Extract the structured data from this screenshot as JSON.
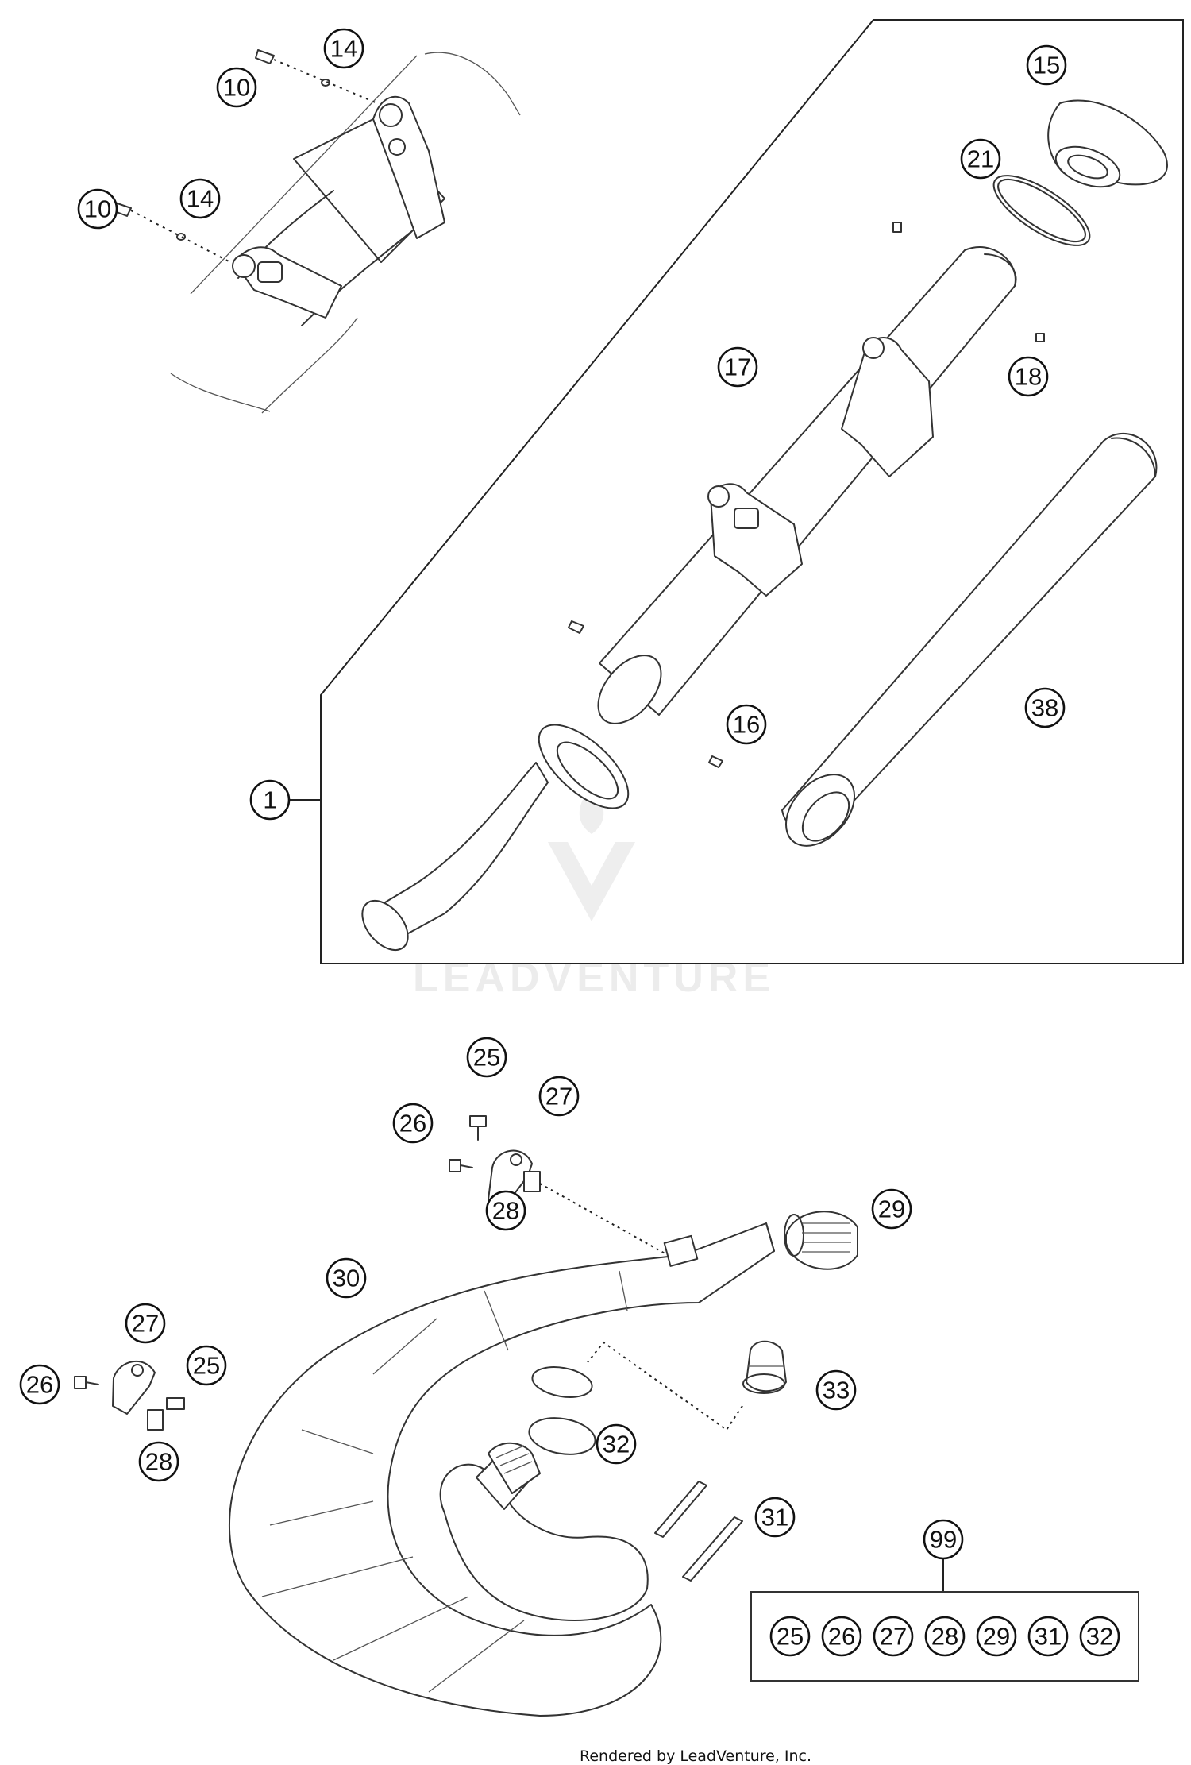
{
  "watermark": "LEADVENTURE",
  "credit": "Rendered by LeadVenture, Inc.",
  "callouts": {
    "c1": "1",
    "c10a": "10",
    "c10b": "10",
    "c14a": "14",
    "c14b": "14",
    "c15": "15",
    "c16": "16",
    "c17": "17",
    "c18": "18",
    "c21": "21",
    "c25a": "25",
    "c25b": "25",
    "c26a": "26",
    "c26b": "26",
    "c27a": "27",
    "c27b": "27",
    "c28a": "28",
    "c28b": "28",
    "c29": "29",
    "c30": "30",
    "c31": "31",
    "c32": "32",
    "c33": "33",
    "c38": "38",
    "c99": "99"
  },
  "kit_99": [
    "25",
    "26",
    "27",
    "28",
    "29",
    "31",
    "32"
  ]
}
